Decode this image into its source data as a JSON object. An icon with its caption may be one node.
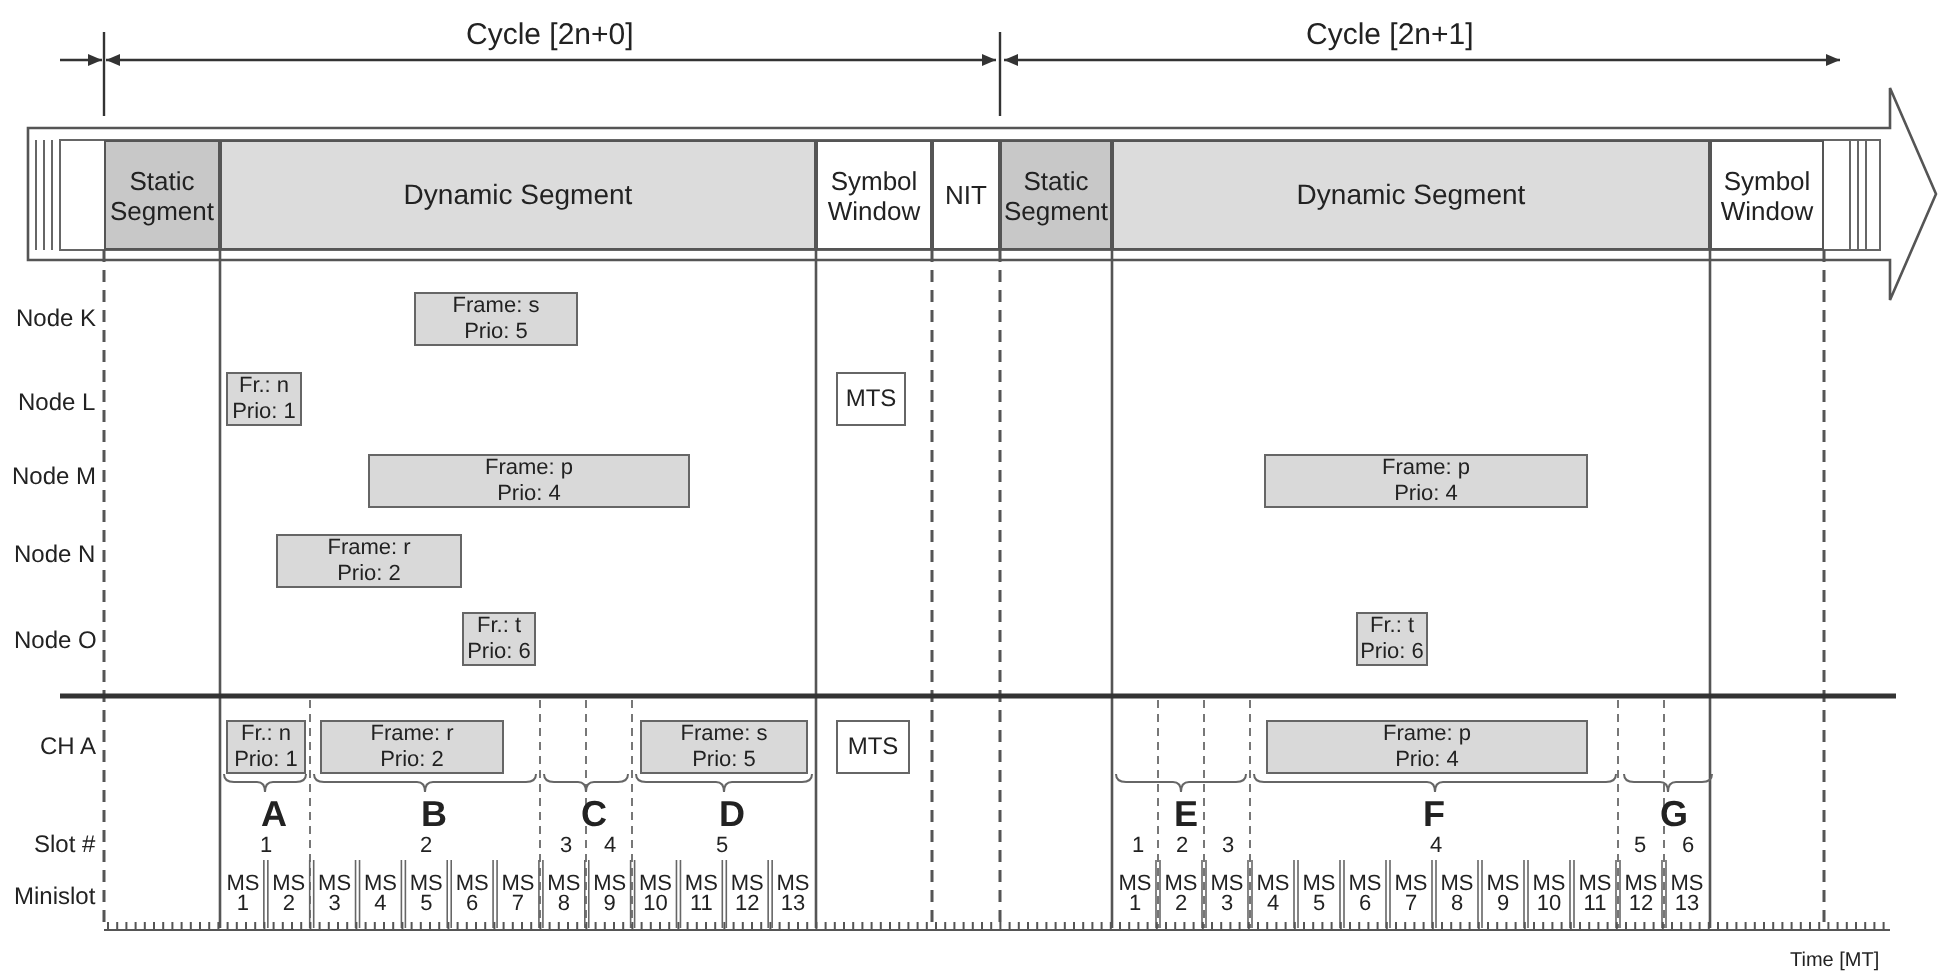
{
  "diagram": {
    "nodes": [
      {
        "text": [
          "Static Segment"
        ]
      },
      {
        "text": [
          "Dynamic Segment"
        ]
      },
      {
        "text": [
          "Symbol Window"
        ]
      },
      {
        "text": [
          "NIT"
        ]
      },
      {
        "text": [
          "Static Segment"
        ]
      },
      {
        "text": [
          "Dynamic Segment"
        ]
      },
      {
        "text": [
          "Symbol Window"
        ]
      },
      {
        "text": [
          "Frame: s",
          "Prio: 5"
        ]
      },
      {
        "text": [
          "Fr.: n",
          "Prio: 1"
        ]
      },
      {
        "text": [
          "MTS"
        ]
      },
      {
        "text": [
          "Frame: p",
          "Prio: 4"
        ]
      },
      {
        "text": [
          "Frame: p",
          "Prio: 4"
        ]
      },
      {
        "text": [
          "Frame: r",
          "Prio: 2"
        ]
      },
      {
        "text": [
          "Fr.: t",
          "Prio: 6"
        ]
      },
      {
        "text": [
          "Fr.: t",
          "Prio: 6"
        ]
      },
      {
        "text": [
          "Fr.: n",
          "Prio: 1"
        ]
      },
      {
        "text": [
          "Frame: r",
          "Prio: 2"
        ]
      },
      {
        "text": [
          "Frame: s",
          "Prio: 5"
        ]
      },
      {
        "text": [
          "MTS"
        ]
      },
      {
        "text": [
          "Frame: p",
          "Prio: 4"
        ]
      }
    ],
    "labels": [
      "Cycle [2n+0]",
      "Cycle [2n+1]",
      "Node K",
      "Node L",
      "Node M",
      "Node N",
      "Node O",
      "CH A",
      "A",
      "B",
      "C",
      "D",
      "E",
      "F",
      "G",
      "Slot #",
      "1",
      "2",
      "3",
      "4",
      "5",
      "1",
      "2",
      "3",
      "4",
      "5",
      "6",
      "Minislot",
      "MS 1",
      "MS 2",
      "MS 3",
      "MS 4",
      "MS 5",
      "MS 6",
      "MS 7",
      "MS 8",
      "MS 9",
      "MS 10",
      "MS 11",
      "MS 12",
      "MS 13",
      "MS 1",
      "MS 2",
      "MS 3",
      "MS 4",
      "MS 5",
      "MS 6",
      "MS 7",
      "MS 8",
      "MS 9",
      "MS 10",
      "MS 11",
      "MS 12",
      "MS 13",
      "Time [MT]"
    ]
  }
}
